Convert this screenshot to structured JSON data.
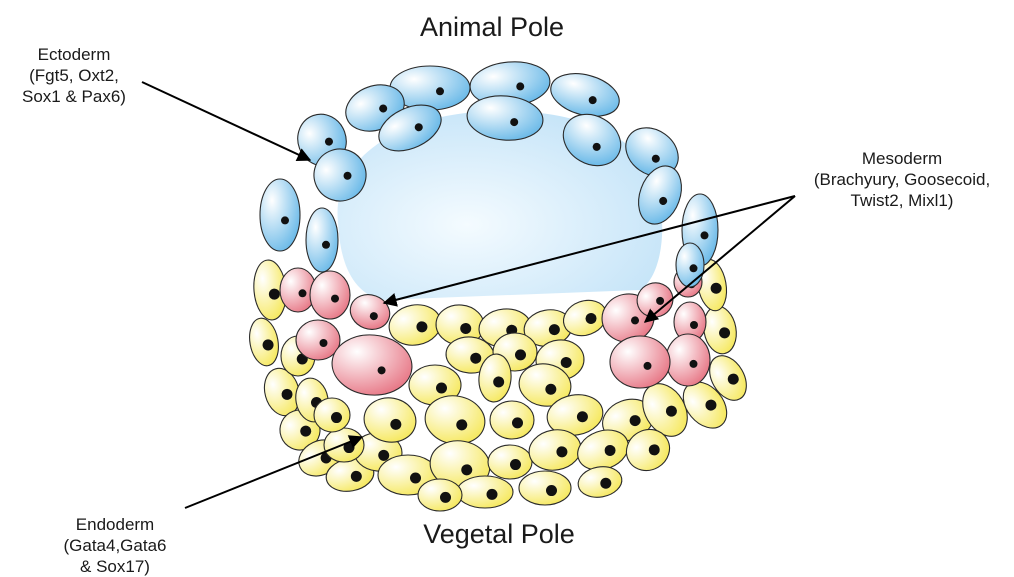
{
  "poles": {
    "animal": "Animal Pole",
    "vegetal": "Vegetal Pole"
  },
  "labels": {
    "ectoderm": {
      "name": "Ectoderm",
      "genes": [
        "(Fgt5, Oxt2,",
        "Sox1 & Pax6)"
      ]
    },
    "mesoderm": {
      "name": "Mesoderm",
      "genes": [
        "(Brachyury, Goosecoid,",
        "Twist2, Mixl1)"
      ]
    },
    "endoderm": {
      "name": "Endoderm",
      "genes": [
        "(Gata4,Gata6",
        "& Sox17)"
      ]
    }
  },
  "colors": {
    "ectoderm": "#5db3e6",
    "mesoderm": "#e56b7b",
    "endoderm": "#f5e64e",
    "blastocoel": "#bfe1f7",
    "outline": "#2a2a2a"
  }
}
